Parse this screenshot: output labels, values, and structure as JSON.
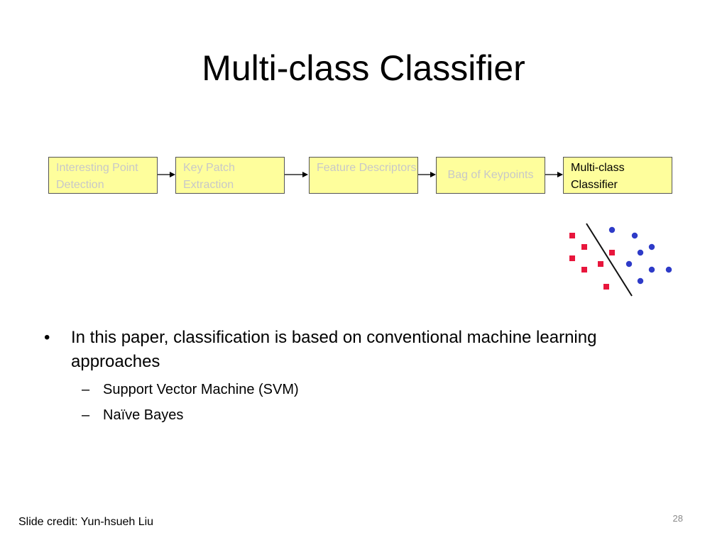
{
  "slide": {
    "title": "Multi-class Classifier",
    "pipeline": [
      {
        "label": "Interesting Point Detection",
        "active": false
      },
      {
        "label": "Key Patch Extraction",
        "active": false
      },
      {
        "label": "Feature Descriptors",
        "active": false
      },
      {
        "label": "Bag of Keypoints",
        "active": false
      },
      {
        "label": "Multi-class Classifier",
        "active": true
      }
    ],
    "bullets": {
      "main": "In this paper, classification is based on conventional machine learning approaches",
      "main_marker": "•",
      "sub_marker": "–",
      "sub": [
        "Support Vector Machine (SVM)",
        "Naïve Bayes"
      ]
    },
    "credit": "Slide credit: Yun-hsueh Liu",
    "page_number": "28"
  },
  "colors": {
    "box_fill": "#fefe9c",
    "box_border": "#555555",
    "inactive_text": "#c8c8c8",
    "class_a": "#e8163c",
    "class_b": "#2e3bc8"
  },
  "icons": {
    "scatter": "svm-scatter-illustration"
  }
}
